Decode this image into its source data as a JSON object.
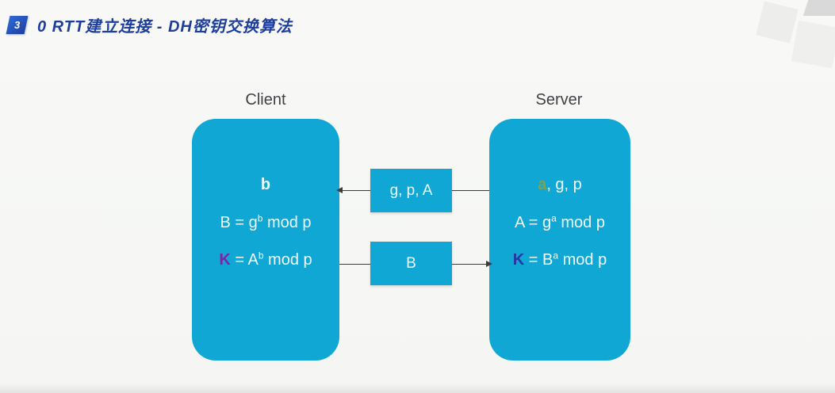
{
  "header": {
    "badge": "3",
    "title": "0 RTT建立连接 - DH密钥交换算法"
  },
  "colors": {
    "node_fill": "#10a7d4",
    "title_blue": "#1d3e9b",
    "secret_olive": "#8f9e3c",
    "client_key_purple": "#7e22a8",
    "server_key_indigo": "#2b35a0",
    "node_text": "#eefcff",
    "arrow": "#3c3c3c"
  },
  "diagram": {
    "client": {
      "label": "Client",
      "secret": "b",
      "public_formula": {
        "pre": "B = g",
        "sup": "b",
        "post": " mod p"
      },
      "key_formula": {
        "k": "K",
        "pre": " = A",
        "sup": "b",
        "post": " mod p"
      }
    },
    "server": {
      "label": "Server",
      "params_line": {
        "secret": "a",
        "rest": ", g, p"
      },
      "public_formula": {
        "pre": "A = g",
        "sup": "a",
        "post": " mod p"
      },
      "key_formula": {
        "k": "K",
        "pre": " = B",
        "sup": "a",
        "post": " mod p"
      }
    },
    "messages": [
      {
        "label": "g, p, A",
        "direction": "server-to-client"
      },
      {
        "label": "B",
        "direction": "client-to-server"
      }
    ]
  }
}
